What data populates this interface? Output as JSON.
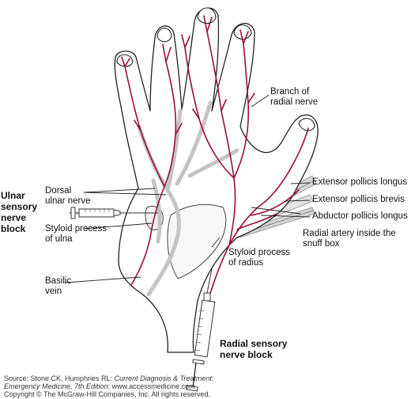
{
  "labels": {
    "branch_radial": [
      "Branch of",
      "radial nerve"
    ],
    "extensor_longus": "Extensor pollicis longus",
    "extensor_brevis": "Extensor pollicis brevis",
    "abductor_longus": "Abductor pollicis longus",
    "radial_artery": [
      "Radial artery inside the",
      "snuff box"
    ],
    "dorsal_ulnar": [
      "Dorsal",
      "ulnar nerve"
    ],
    "ulnar_block": [
      "Ulnar",
      "sensory",
      "nerve",
      "block"
    ],
    "styloid_ulna": [
      "Styloid process",
      "of ulna"
    ],
    "styloid_radius": [
      "Styloid process",
      "of radius"
    ],
    "basilic_vein": [
      "Basilic",
      "vein"
    ],
    "radial_block": [
      "Radial sensory",
      "nerve block"
    ]
  },
  "footer": {
    "source_prefix": "Source: Stone CK, Humphries RL: ",
    "source_title_1": "Current Diagnosis & Treatment:",
    "source_title_2": "Emergency Medicine, 7th Edition",
    "source_suffix": ": www.accessmedicine.com",
    "copyright": "Copyright © The McGraw-Hill Companies, Inc. All rights reserved."
  },
  "colors": {
    "nerve": "#9b0e3a",
    "vein": "#c4c4c4",
    "outline": "#222222"
  }
}
